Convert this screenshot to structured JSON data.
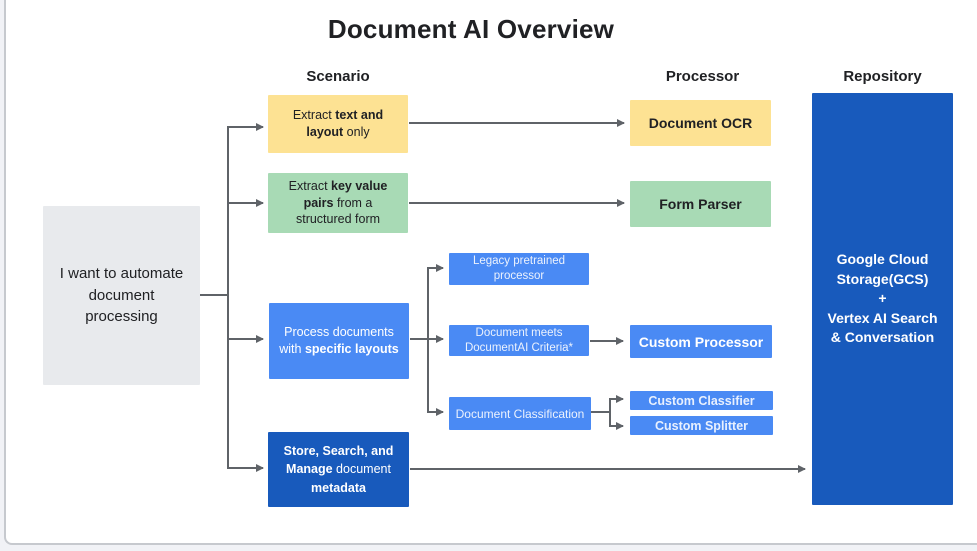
{
  "palette": {
    "yellow": "#fde293",
    "green": "#a8dab5",
    "blue": "#4a8af4",
    "dark_blue": "#185abc",
    "gray": "#e8eaed",
    "arrow": "#5f6368",
    "text_dark": "#202124"
  },
  "title": "Document AI Overview",
  "columns": {
    "scenario": "Scenario",
    "processor": "Processor",
    "repository": "Repository"
  },
  "intent": {
    "text": "I want to automate document processing"
  },
  "rows": {
    "r1": {
      "scenario": [
        {
          "t": "Extract ",
          "b": false
        },
        {
          "t": "text and layout",
          "b": true
        },
        {
          "t": " only",
          "b": false
        }
      ],
      "processor": "Document OCR"
    },
    "r2": {
      "scenario": [
        {
          "t": "Extract ",
          "b": false
        },
        {
          "t": "key value pairs",
          "b": true
        },
        {
          "t": " from a structured form",
          "b": false
        }
      ],
      "processor": "Form Parser"
    },
    "r3": {
      "scenario": [
        {
          "t": "Process documents with ",
          "b": false
        },
        {
          "t": "specific layouts",
          "b": true
        }
      ],
      "branches": {
        "legacy": "Legacy pretrained processor",
        "criteria": "Document meets DocumentAI Criteria*",
        "classification": "Document Classification"
      },
      "processor": "Custom Processor",
      "classification_outputs": [
        "Custom Classifier",
        "Custom Splitter"
      ]
    },
    "r4": {
      "scenario": [
        {
          "t": "Store, Search, and Manage",
          "b": true
        },
        {
          "t": " document ",
          "b": false
        },
        {
          "t": "metadata",
          "b": true
        }
      ]
    }
  },
  "repository": {
    "lines": [
      "Google Cloud Storage(GCS)",
      "+",
      "Vertex AI Search & Conversation"
    ]
  }
}
